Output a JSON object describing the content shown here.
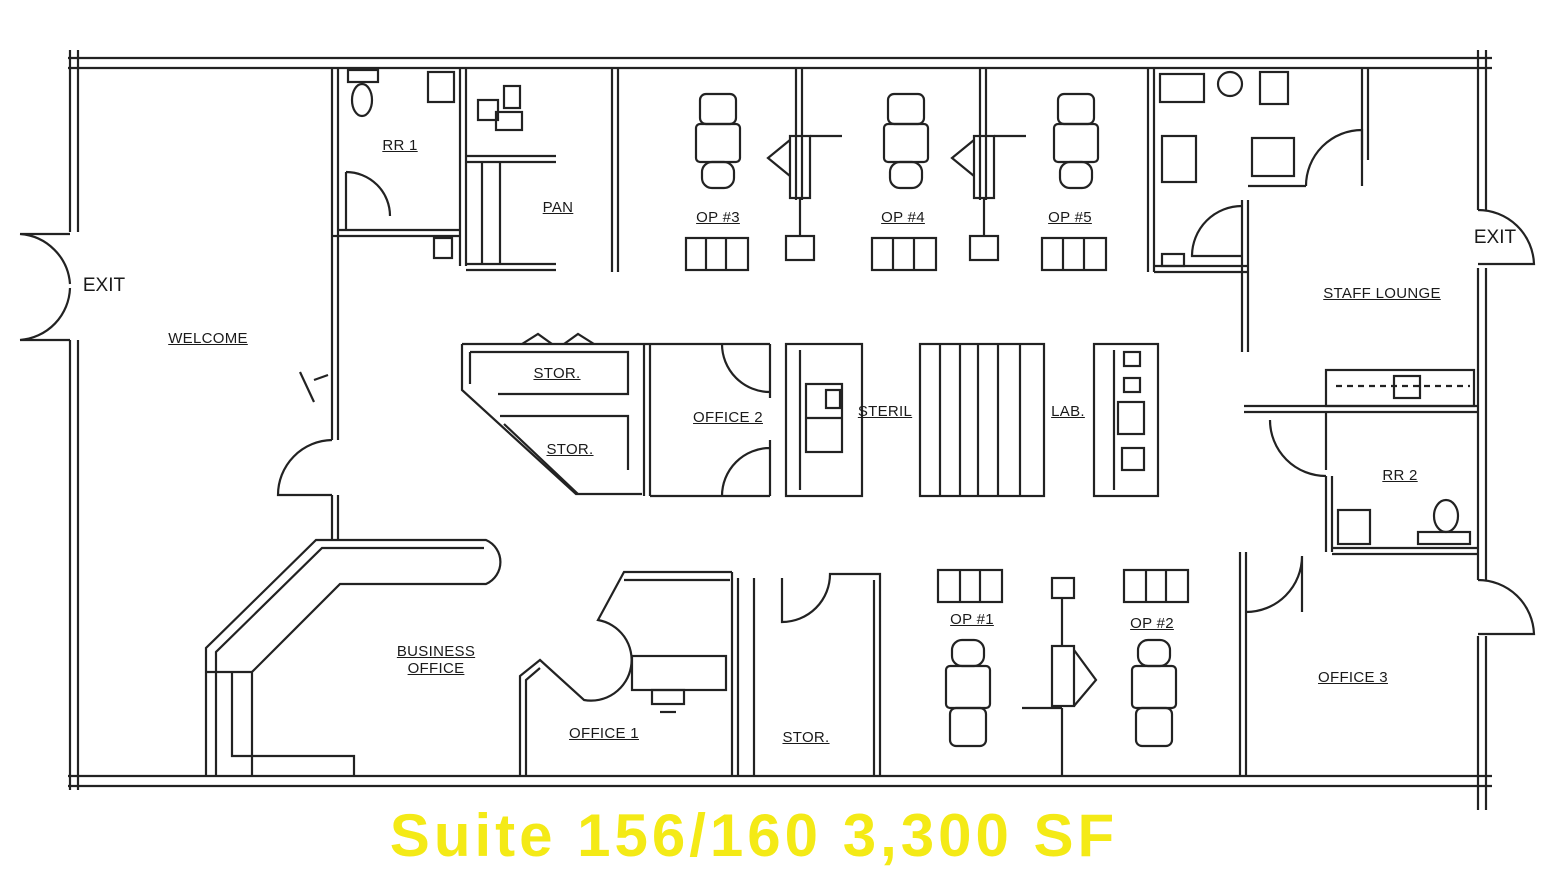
{
  "rooms": {
    "rr1": "RR 1",
    "pan": "PAN",
    "op3": "OP #3",
    "op4": "OP #4",
    "op5": "OP #5",
    "welcome": "WELCOME",
    "stor_top": "STOR.",
    "stor_mid": "STOR.",
    "office2": "OFFICE 2",
    "steril": "STERIL",
    "lab": "LAB.",
    "staff_lounge": "STAFF LOUNGE",
    "rr2": "RR 2",
    "business_office_1": "BUSINESS",
    "business_office_2": "OFFICE",
    "office1": "OFFICE 1",
    "stor_bottom": "STOR.",
    "op1": "OP #1",
    "op2": "OP #2",
    "office3": "OFFICE 3"
  },
  "exits": {
    "left": "EXIT",
    "right": "EXIT"
  },
  "caption": "Suite 156/160 3,300 SF",
  "colors": {
    "lines": "#222222",
    "caption": "#f4ea16"
  }
}
